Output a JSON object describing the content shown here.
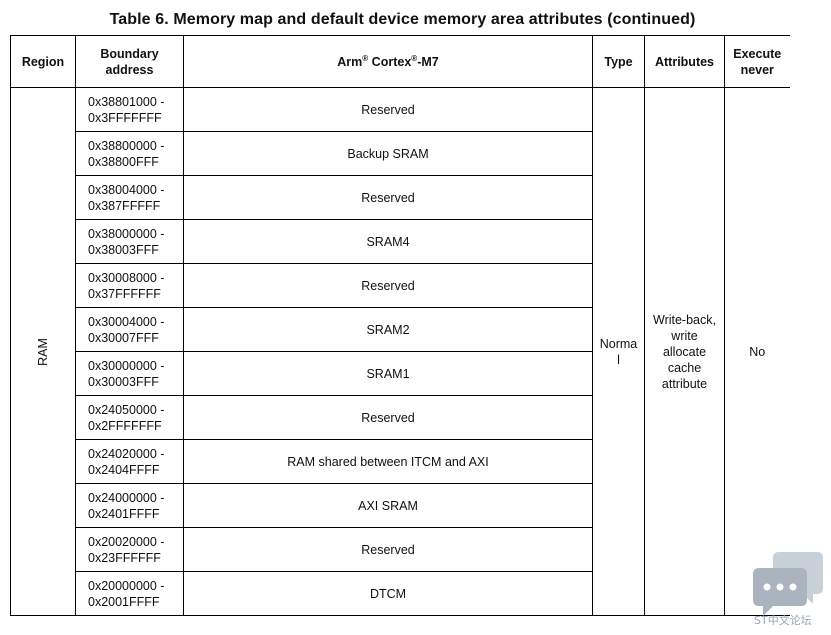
{
  "title": "Table 6. Memory map and default device memory area attributes (continued)",
  "headers": {
    "region": "Region",
    "boundary_line1": "Boundary",
    "boundary_line2": "address",
    "cortex_prefix": "Arm",
    "cortex_sup1": "®",
    "cortex_mid": " Cortex",
    "cortex_sup2": "®",
    "cortex_suffix": "-M7",
    "type": "Type",
    "attributes": "Attributes",
    "execute_line1": "Execute",
    "execute_line2": "never"
  },
  "region": "RAM",
  "type_line1": "Norma",
  "type_line2": "l",
  "attributes_lines": [
    "Write-back,",
    "write",
    "allocate",
    "cache",
    "attribute"
  ],
  "execute_never": "No",
  "rows": [
    {
      "start": "0x38801000 -",
      "end": "0x3FFFFFFF",
      "name": "Reserved"
    },
    {
      "start": "0x38800000 -",
      "end": "0x38800FFF",
      "name": "Backup SRAM"
    },
    {
      "start": "0x38004000 -",
      "end": "0x387FFFFF",
      "name": "Reserved"
    },
    {
      "start": "0x38000000 -",
      "end": "0x38003FFF",
      "name": "SRAM4"
    },
    {
      "start": "0x30008000 -",
      "end": "0x37FFFFFF",
      "name": "Reserved"
    },
    {
      "start": "0x30004000 -",
      "end": "0x30007FFF",
      "name": "SRAM2"
    },
    {
      "start": "0x30000000 -",
      "end": "0x30003FFF",
      "name": "SRAM1"
    },
    {
      "start": "0x24050000 -",
      "end": "0x2FFFFFFF",
      "name": "Reserved"
    },
    {
      "start": "0x24020000 -",
      "end": "0x2404FFFF",
      "name": "RAM shared between ITCM and AXI"
    },
    {
      "start": "0x24000000 -",
      "end": "0x2401FFFF",
      "name": "AXI SRAM"
    },
    {
      "start": "0x20020000 -",
      "end": "0x23FFFFFF",
      "name": "Reserved"
    },
    {
      "start": "0x20000000 -",
      "end": "0x2001FFFF",
      "name": "DTCM"
    }
  ],
  "watermark": {
    "text": "ST中文论坛",
    "icon": "chat-bubble-icon",
    "color_dark": "#a9b4bf",
    "color_light": "#c8d0d8"
  }
}
